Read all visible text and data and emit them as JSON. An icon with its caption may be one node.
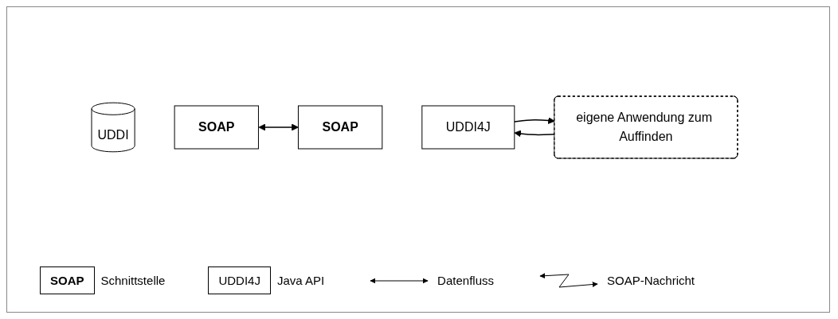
{
  "diagram": {
    "nodes": [
      {
        "text": [
          "UDDI"
        ]
      },
      {
        "text": [
          "SOAP"
        ]
      },
      {
        "text": [
          "SOAP"
        ]
      },
      {
        "text": [
          "UDDI4J"
        ]
      },
      {
        "text": [
          "eigene Anwendung zum Auffinden"
        ]
      }
    ],
    "edges": [
      {
        "from": 1,
        "to": 2,
        "arrow": "both"
      },
      {
        "from": 4,
        "to": 3,
        "arrow": "to"
      },
      {
        "from": 3,
        "to": 4,
        "arrow": "to"
      }
    ],
    "labels": [
      "SOAP",
      "UDDI4J"
    ],
    "legend": [
      {
        "text": "Schnittstelle"
      },
      {
        "text": "Java API"
      },
      {
        "text": "Datenfluss"
      },
      {
        "text": "SOAP-Nachricht"
      }
    ]
  }
}
